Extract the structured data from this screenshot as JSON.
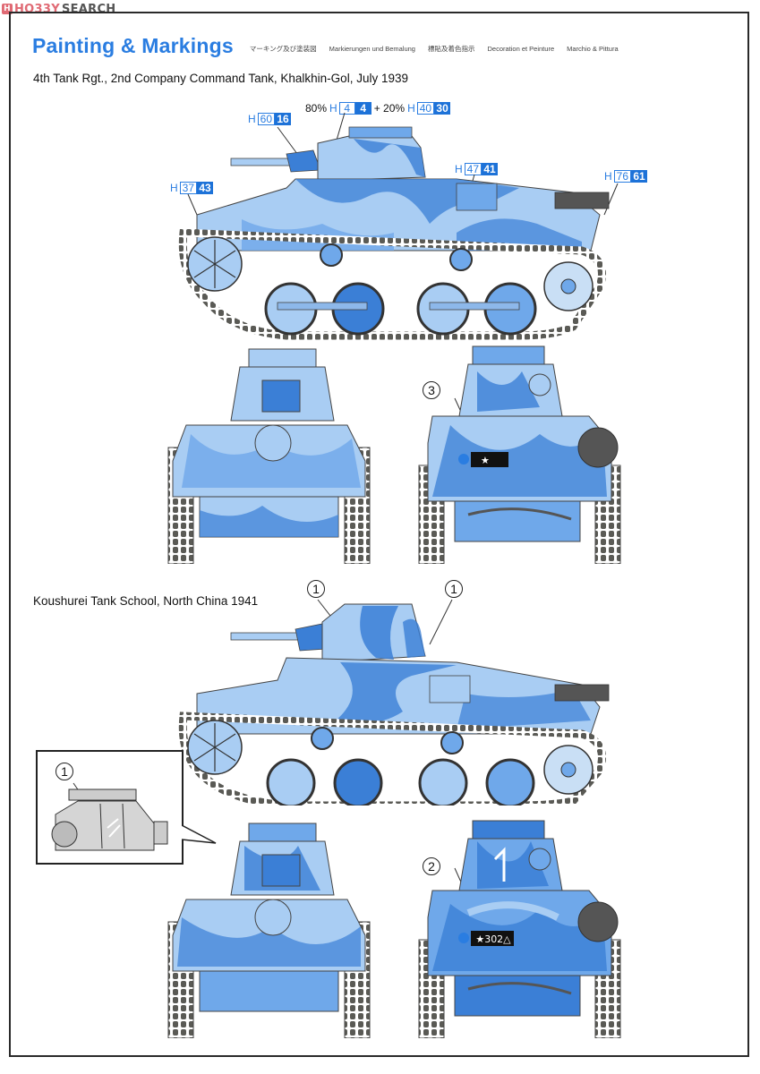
{
  "watermark": {
    "logo": "H",
    "brand_part1": "HO33Y",
    "brand_part2": "SEARCH"
  },
  "header": {
    "title": "Painting & Markings",
    "subtitles": [
      "マーキング及び塗装図",
      "Markierungen und Bemalung",
      "標貼及着色指示",
      "Decoration et Peinture",
      "Marchio & Pittura"
    ]
  },
  "scheme1": {
    "caption": "4th Tank Rgt., 2nd Company Command Tank, Khalkhin-Gol, July 1939",
    "color_refs": [
      {
        "id": "turret-mix",
        "pct1": "80%",
        "h1": "H",
        "code1_outline": "4",
        "code1_fill": "4",
        "plus": "+ 20%",
        "h2": "H",
        "code2_outline": "40",
        "code2_fill": "30"
      },
      {
        "id": "gun-mantlet",
        "h": "H",
        "outline": "60",
        "fill": "16"
      },
      {
        "id": "track-guard",
        "h": "H",
        "outline": "37",
        "fill": "43"
      },
      {
        "id": "engine-deck",
        "h": "H",
        "outline": "47",
        "fill": "41"
      },
      {
        "id": "exhaust",
        "h": "H",
        "outline": "76",
        "fill": "61"
      }
    ],
    "rear_callout": "3",
    "rear_plate_marking": "★"
  },
  "scheme2": {
    "caption": "Koushurei Tank School, North China 1941",
    "turret_callouts": [
      "1",
      "1"
    ],
    "inset_callout": "1",
    "rear_callout": "2",
    "rear_plate_marking": "★302△"
  },
  "palette": {
    "accent_blue": "#2a7de1",
    "camo_light": "#a9cdf3",
    "camo_mid": "#6fa8ea",
    "camo_dark": "#3b7fd6",
    "track": "#5a5a55",
    "frame": "#2a2a2a"
  }
}
